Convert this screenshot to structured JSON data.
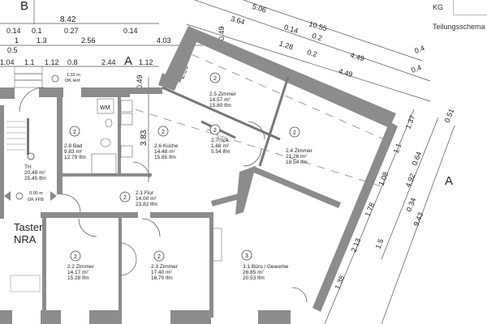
{
  "header": {
    "kg_label": "KG",
    "kg_value": "",
    "scheme_label": "Teilungsschema"
  },
  "section_markers": {
    "b": "B",
    "a_top": "A",
    "a_right": "A"
  },
  "dimensions_top": {
    "row1": [
      "8.42"
    ],
    "row2": [
      "0.14",
      "0.1",
      "0.27",
      "0.14"
    ],
    "row3": [
      "1",
      "1.3",
      "2.56",
      "4.03"
    ],
    "row3b": [
      "0.5"
    ],
    "row4": [
      "1.04",
      "1.1",
      "1.12",
      "0.8",
      "2.44",
      "1.12"
    ]
  },
  "dimensions_diagonal": [
    "5.06",
    "10.55",
    "3.64",
    "0.14",
    "1.28",
    "0.2",
    "0.2",
    "4.49",
    "4.49",
    "0.4",
    "0.4",
    "0.49",
    "2.99",
    "0.49",
    "3.83"
  ],
  "dimensions_right": [
    "1.37",
    "1.1",
    "1.08",
    "1.78",
    "2.13",
    "1.38",
    "0.51",
    "0.64",
    "4.92",
    "0.34",
    "1.5",
    "9.43"
  ],
  "levels": [
    {
      "value": "1.32 m",
      "label": "OK Hof"
    },
    {
      "value": "0.00 m",
      "label": "OK FFB"
    }
  ],
  "labels": {
    "wm": "WM",
    "taster": "Taster",
    "nra": "NRA"
  },
  "rooms": [
    {
      "unit": "2",
      "name": "2.5 Zimmer",
      "area": "14.57 m²",
      "perimeter": "15.80 lfm"
    },
    {
      "unit": "2",
      "name": "2.8 Bad",
      "area": "9.83 m²",
      "perimeter": "12.79 lfm"
    },
    {
      "unit": "2",
      "name": "2.6 Küche",
      "area": "14.48 m²",
      "perimeter": "15.85 lfm"
    },
    {
      "unit": "2",
      "name": "2.7 Spk.",
      "area": "1.68 m²",
      "perimeter": "5.54 lfm"
    },
    {
      "unit": "2",
      "name": "2.4 Zimmer",
      "area": "21.26 m²",
      "perimeter": "18.54 lfm"
    },
    {
      "unit": "",
      "name": "TH",
      "area": "20.49 m²",
      "perimeter": "25.45 lfm"
    },
    {
      "unit": "2",
      "name": "2.1 Flur",
      "area": "14.00 m²",
      "perimeter": "23.82 lfm"
    },
    {
      "unit": "2",
      "name": "2.2 Zimmer",
      "area": "14.17 m²",
      "perimeter": "15.28 lfm"
    },
    {
      "unit": "2",
      "name": "2.3 Zimmer",
      "area": "17.40 m²",
      "perimeter": "16.70 lfm"
    },
    {
      "unit": "3",
      "name": "3.1 Büro / Gewerbe",
      "area": "26.85 m²",
      "perimeter": "20.53 lfm"
    }
  ]
}
